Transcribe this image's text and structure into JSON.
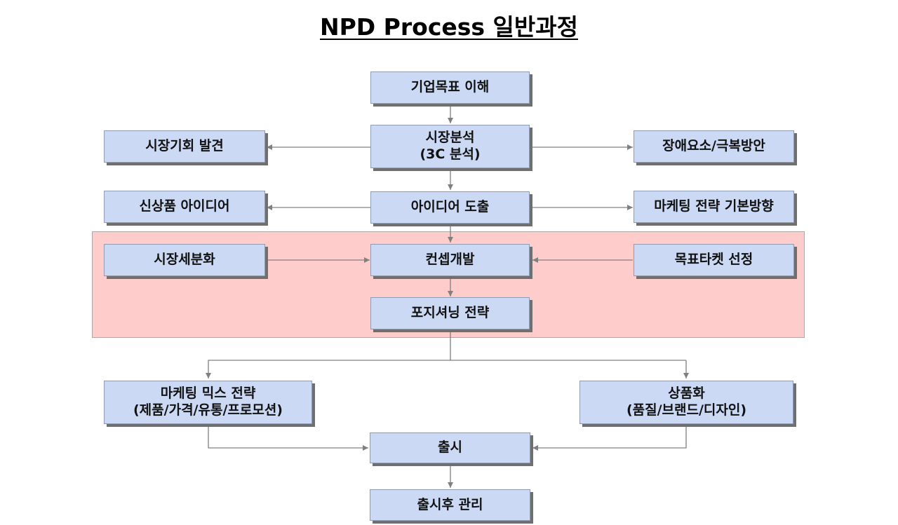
{
  "title": "NPD Process 일반과정",
  "boxes": {
    "b1": {
      "line1": "기업목표 이해"
    },
    "b2": {
      "line1": "시장분석",
      "line2": "(3C 분석)"
    },
    "b3": {
      "line1": "시장기회 발견"
    },
    "b4": {
      "line1": "장애요소/극복방안"
    },
    "b5": {
      "line1": "아이디어 도출"
    },
    "b6": {
      "line1": "신상품 아이디어"
    },
    "b7": {
      "line1": "마케팅 전략 기본방향"
    },
    "b8": {
      "line1": "컨셉개발"
    },
    "b9": {
      "line1": "시장세분화"
    },
    "b10": {
      "line1": "목표타켓 선정"
    },
    "b11": {
      "line1": "포지셔닝 전략"
    },
    "b12": {
      "line1": "마케팅 믹스 전략",
      "line2": "(제품/가격/유통/프로모션)"
    },
    "b13": {
      "line1": "상품화",
      "line2": "(품질/브랜드/디자인)"
    },
    "b14": {
      "line1": "출시"
    },
    "b15": {
      "line1": "출시후 관리"
    }
  }
}
